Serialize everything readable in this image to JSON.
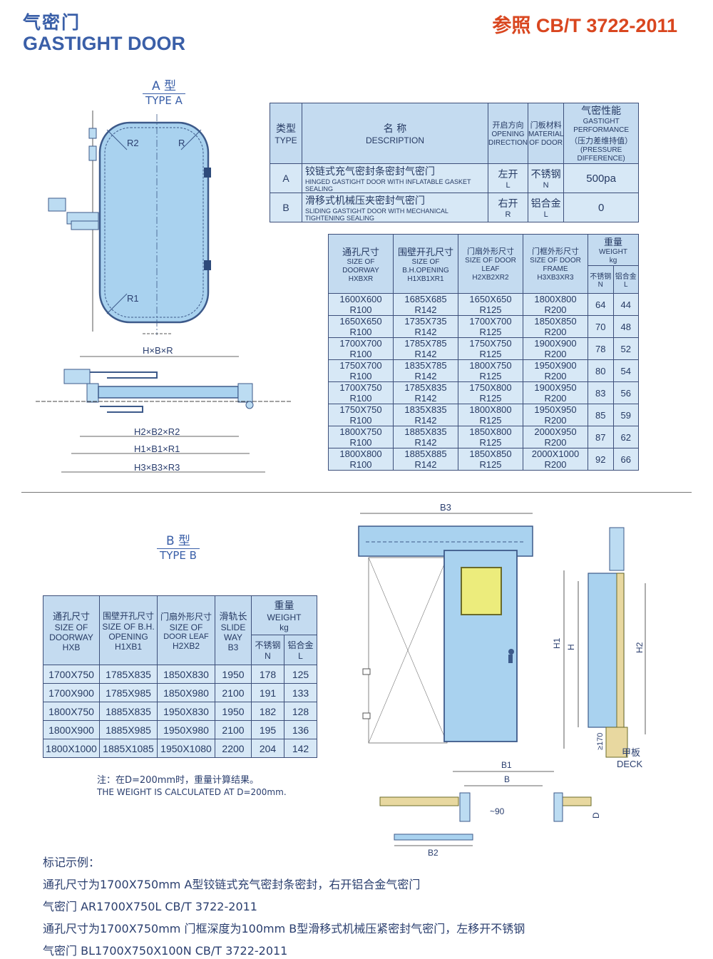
{
  "header": {
    "title_cn": "气密门",
    "title_en": "GASTIGHT DOOR",
    "standard": "参照 CB/T 3722-2011"
  },
  "type_a": {
    "label_cn": "A 型",
    "label_en": "TYPE A"
  },
  "type_b": {
    "label_cn": "B 型",
    "label_en": "TYPE B"
  },
  "drawing_a": {
    "r2": "R2",
    "r": "R",
    "r1": "R1",
    "dim_hbr": "H×B×R",
    "dim_h2": "H2×B2×R2",
    "dim_h1": "H1×B1×R1",
    "dim_h3": "H3×B3×R3"
  },
  "drawing_b": {
    "b3": "B3",
    "h1": "H1",
    "h": "H",
    "h2": "H2",
    "d170": "≥170",
    "deck_cn": "甲板",
    "deck_en": "DECK",
    "b1": "B1",
    "b": "B",
    "b2": "B2",
    "d90": "~90",
    "d": "D"
  },
  "table_types": {
    "headers": {
      "type_cn": "类型",
      "type_en": "TYPE",
      "desc_cn": "名 称",
      "desc_en": "DESCRIPTION",
      "dir_cn": "开启方向",
      "dir_en1": "OPENING",
      "dir_en2": "DIRECTION",
      "mat_cn": "门板材料",
      "mat_en1": "MATERIAL",
      "mat_en2": "OF DOOR",
      "perf_cn": "气密性能",
      "perf_en": "GASTIGHT PERFORMANCE",
      "perf_cn2": "（压力差维持值）",
      "perf_en2": "(PRESSURE DIFFERENCE)"
    },
    "rows": [
      {
        "type": "A",
        "desc_cn": "铰链式充气密封条密封气密门",
        "desc_en": "HINGED GASTIGHT DOOR WITH INFLATABLE GASKET SEALING",
        "dir_cn": "左开",
        "dir_code": "L",
        "mat_cn": "不锈钢",
        "mat_code": "N",
        "perf": "500pa"
      },
      {
        "type": "B",
        "desc_cn": "滑移式机械压夹密封气密门",
        "desc_en": "SLIDING GASTIGHT DOOR WITH MECHANICAL TIGHTENING SEALING",
        "dir_cn": "右开",
        "dir_code": "R",
        "mat_cn": "铝合金",
        "mat_code": "L",
        "perf": "0"
      }
    ]
  },
  "table_a": {
    "headers": {
      "c1_cn": "通孔尺寸",
      "c1_en1": "SIZE OF DOORWAY",
      "c1_en2": "HXBXR",
      "c2_cn": "围壁开孔尺寸",
      "c2_en1": "SIZE OF B.H.OPENING",
      "c2_en2": "H1XB1XR1",
      "c3_cn": "门扇外形尺寸",
      "c3_en1": "SIZE OF DOOR LEAF",
      "c3_en2": "H2XB2XR2",
      "c4_cn": "门框外形尺寸",
      "c4_en1": "SIZE OF DOOR FRAME",
      "c4_en2": "H3XB3XR3",
      "w_cn": "重量",
      "w_en": "WEIGHT",
      "w_unit": "kg",
      "n_cn": "不锈钢",
      "n_code": "N",
      "l_cn": "铝合金",
      "l_code": "L"
    },
    "rows": [
      [
        "1600X600 R100",
        "1685X685 R142",
        "1650X650 R125",
        "1800X800 R200",
        "64",
        "44"
      ],
      [
        "1650X650 R100",
        "1735X735 R142",
        "1700X700 R125",
        "1850X850 R200",
        "70",
        "48"
      ],
      [
        "1700X700 R100",
        "1785X785 R142",
        "1750X750 R125",
        "1900X900 R200",
        "78",
        "52"
      ],
      [
        "1750X700 R100",
        "1835X785 R142",
        "1800X750 R125",
        "1950X900 R200",
        "80",
        "54"
      ],
      [
        "1700X750 R100",
        "1785X835 R142",
        "1750X800 R125",
        "1900X950 R200",
        "83",
        "56"
      ],
      [
        "1750X750 R100",
        "1835X835 R142",
        "1800X800 R125",
        "1950X950 R200",
        "85",
        "59"
      ],
      [
        "1800X750 R100",
        "1885X835 R142",
        "1850X800 R125",
        "2000X950 R200",
        "87",
        "62"
      ],
      [
        "1800X800 R100",
        "1885X885 R142",
        "1850X850 R125",
        "2000X1000 R200",
        "92",
        "66"
      ]
    ]
  },
  "table_b": {
    "headers": {
      "c1_cn": "通孔尺寸",
      "c1_en1": "SIZE OF",
      "c1_en2": "DOORWAY",
      "c1_en3": "HXB",
      "c2_cn": "围壁开孔尺寸",
      "c2_en1": "SIZE OF B.H.",
      "c2_en2": "OPENING",
      "c2_en3": "H1XB1",
      "c3_cn": "门扇外形尺寸",
      "c3_en1": "SIZE OF",
      "c3_en2": "DOOR LEAF",
      "c3_en3": "H2XB2",
      "c4_cn": "滑轨长",
      "c4_en1": "SLIDE",
      "c4_en2": "WAY",
      "c4_en3": "B3",
      "w_cn": "重量",
      "w_en": "WEIGHT",
      "w_unit": "kg",
      "n_cn": "不锈钢",
      "n_code": "N",
      "l_cn": "铝合金",
      "l_code": "L"
    },
    "rows": [
      [
        "1700X750",
        "1785X835",
        "1850X830",
        "1950",
        "178",
        "125"
      ],
      [
        "1700X900",
        "1785X985",
        "1850X980",
        "2100",
        "191",
        "133"
      ],
      [
        "1800X750",
        "1885X835",
        "1950X830",
        "1950",
        "182",
        "128"
      ],
      [
        "1800X900",
        "1885X985",
        "1950X980",
        "2100",
        "195",
        "136"
      ],
      [
        "1800X1000",
        "1885X1085",
        "1950X1080",
        "2200",
        "204",
        "142"
      ]
    ]
  },
  "note": {
    "cn": "注：在D=200mm时，重量计算结果。",
    "en": "THE WEIGHT IS CALCULATED AT D=200mm."
  },
  "marking": {
    "title": "标记示例：",
    "line1": "通孔尺寸为1700X750mm  A型铰链式充气密封条密封，右开铝合金气密门",
    "line2": "气密门  AR1700X750L  CB/T 3722-2011",
    "line3": "通孔尺寸为1700X750mm  门框深度为100mm B型滑移式机械压紧密封气密门，左移开不锈钢",
    "line4": "气密门  BL1700X750X100N  CB/T 3722-2011"
  },
  "colors": {
    "door_fill": "#a9d2ef",
    "door_stroke": "#3d5a8a",
    "table_fill": "#d7e8f6",
    "accent": "#d9461f",
    "title": "#3a5fa8"
  }
}
